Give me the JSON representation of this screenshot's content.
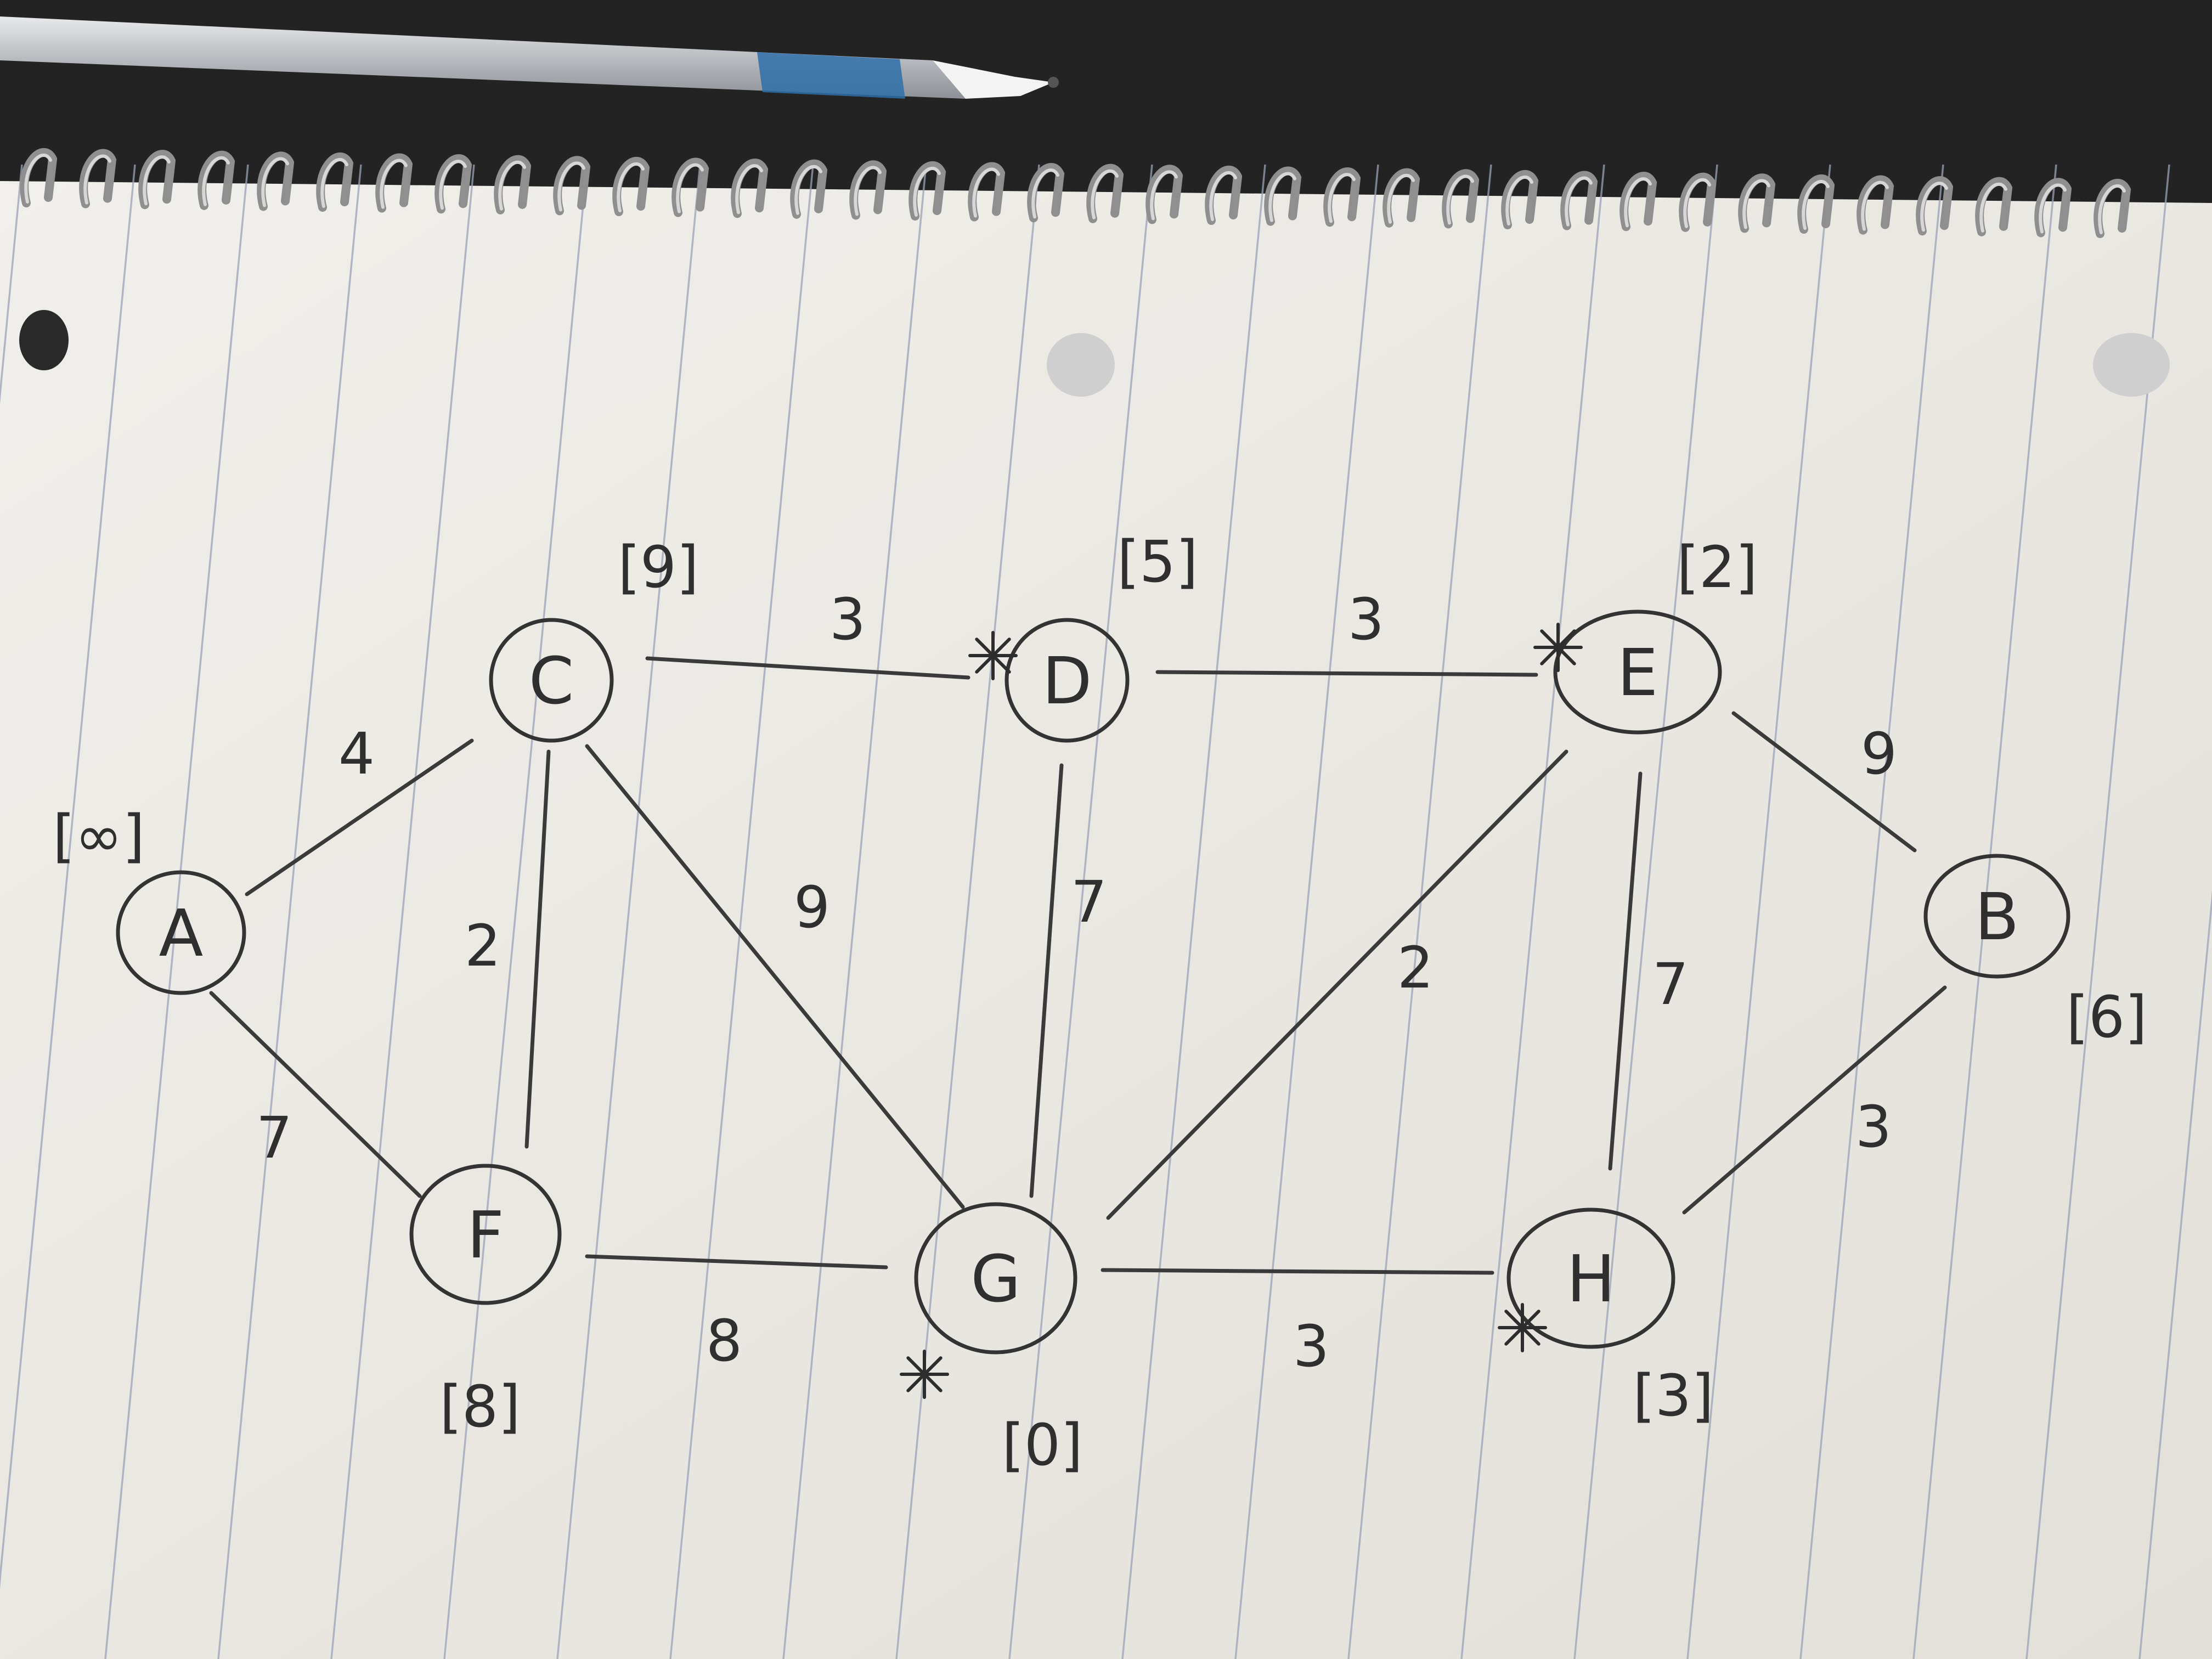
{
  "graph": {
    "nodes": [
      {
        "id": "A",
        "label": "A",
        "distance": "[∞]",
        "starred": false
      },
      {
        "id": "B",
        "label": "B",
        "distance": "[6]",
        "starred": false
      },
      {
        "id": "C",
        "label": "C",
        "distance": "[9]",
        "starred": false
      },
      {
        "id": "D",
        "label": "D",
        "distance": "[5]",
        "starred": true
      },
      {
        "id": "E",
        "label": "E",
        "distance": "[2]",
        "starred": true
      },
      {
        "id": "F",
        "label": "F",
        "distance": "[8]",
        "starred": false
      },
      {
        "id": "G",
        "label": "G",
        "distance": "[0]",
        "starred": true
      },
      {
        "id": "H",
        "label": "H",
        "distance": "[3]",
        "starred": true
      }
    ],
    "edges": [
      {
        "from": "A",
        "to": "C",
        "weight": "4"
      },
      {
        "from": "A",
        "to": "F",
        "weight": "7"
      },
      {
        "from": "C",
        "to": "F",
        "weight": "2"
      },
      {
        "from": "C",
        "to": "D",
        "weight": "3"
      },
      {
        "from": "C",
        "to": "G",
        "weight": "9"
      },
      {
        "from": "D",
        "to": "E",
        "weight": "3"
      },
      {
        "from": "D",
        "to": "G",
        "weight": "7"
      },
      {
        "from": "F",
        "to": "G",
        "weight": "8"
      },
      {
        "from": "G",
        "to": "E",
        "weight": "2"
      },
      {
        "from": "G",
        "to": "H",
        "weight": "3"
      },
      {
        "from": "E",
        "to": "H",
        "weight": "7"
      },
      {
        "from": "E",
        "to": "B",
        "weight": "9"
      },
      {
        "from": "H",
        "to": "B",
        "weight": "3"
      }
    ]
  },
  "colors": {
    "background": "#232323",
    "paper": "#ece9e4",
    "ink": "#333333",
    "rule_lines": "#9aa3b5",
    "pen_body": "#c8cacd",
    "pen_band": "#2f6fa8"
  },
  "objects": {
    "pen": "ballpoint-pen",
    "notebook": "spiral-notebook"
  }
}
